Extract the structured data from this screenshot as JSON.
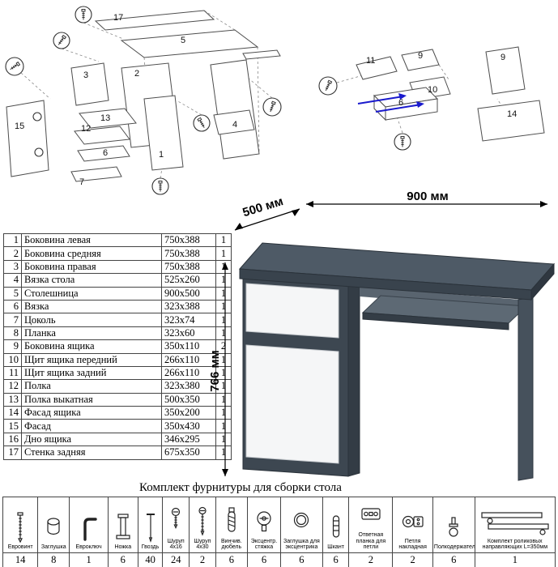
{
  "figure": {
    "dim_width": "900 мм",
    "dim_depth": "500 мм",
    "dim_height": "766 мм"
  },
  "exploded_left": {
    "labels": [
      "17",
      "5",
      "2",
      "3",
      "13",
      "12",
      "6",
      "7",
      "15",
      "1",
      "4"
    ]
  },
  "exploded_right": {
    "labels": [
      "11",
      "9",
      "9",
      "10",
      "6",
      "14"
    ]
  },
  "parts_table": {
    "rows": [
      {
        "n": "1",
        "name": "Боковина левая",
        "size": "750x388",
        "qty": "1"
      },
      {
        "n": "2",
        "name": "Боковина средняя",
        "size": "750x388",
        "qty": "1"
      },
      {
        "n": "3",
        "name": "Боковина правая",
        "size": "750x388",
        "qty": "1"
      },
      {
        "n": "4",
        "name": "Вязка стола",
        "size": "525x260",
        "qty": "1"
      },
      {
        "n": "5",
        "name": "Столешница",
        "size": "900x500",
        "qty": "1"
      },
      {
        "n": "6",
        "name": "Вязка",
        "size": "323x388",
        "qty": "1"
      },
      {
        "n": "7",
        "name": "Цоколь",
        "size": "323x74",
        "qty": "1"
      },
      {
        "n": "8",
        "name": "Планка",
        "size": "323x60",
        "qty": "1"
      },
      {
        "n": "9",
        "name": "Боковина ящика",
        "size": "350x110",
        "qty": "2"
      },
      {
        "n": "10",
        "name": "Щит ящика передний",
        "size": "266x110",
        "qty": "1"
      },
      {
        "n": "11",
        "name": "Щит ящика задний",
        "size": "266x110",
        "qty": "1"
      },
      {
        "n": "12",
        "name": "Полка",
        "size": "323x380",
        "qty": "1"
      },
      {
        "n": "13",
        "name": "Полка выкатная",
        "size": "500x350",
        "qty": "1"
      },
      {
        "n": "14",
        "name": "Фасад ящика",
        "size": "350x200",
        "qty": "1"
      },
      {
        "n": "15",
        "name": "Фасад",
        "size": "350x430",
        "qty": "1"
      },
      {
        "n": "16",
        "name": "Дно ящика",
        "size": "346x295",
        "qty": "1"
      },
      {
        "n": "17",
        "name": "Стенка задняя",
        "size": "675x350",
        "qty": "1"
      }
    ]
  },
  "hardware": {
    "title": "Комплект фурнитуры для сборки стола",
    "items": [
      {
        "name": "Евровинт",
        "qty": "14",
        "icon": "confirmat-screw"
      },
      {
        "name": "Заглушка",
        "qty": "8",
        "icon": "plug-cap"
      },
      {
        "name": "Евроключ",
        "qty": "1",
        "icon": "hex-key"
      },
      {
        "name": "Ножка",
        "qty": "6",
        "icon": "furniture-leg"
      },
      {
        "name": "Гвоздь",
        "qty": "40",
        "icon": "nail"
      },
      {
        "name": "Шуруп 4x16",
        "qty": "24",
        "icon": "screw-small"
      },
      {
        "name": "Шуруп 4x30",
        "qty": "2",
        "icon": "screw-long"
      },
      {
        "name": "Винчив. дюбель",
        "qty": "6",
        "icon": "dowel-screw"
      },
      {
        "name": "Эксцентр. стяжка",
        "qty": "6",
        "icon": "cam-lock"
      },
      {
        "name": "Заглушка для эксцентрика",
        "qty": "6",
        "icon": "cam-cover"
      },
      {
        "name": "Шкант",
        "qty": "6",
        "icon": "wood-dowel"
      },
      {
        "name": "Ответная планка для петли",
        "qty": "2",
        "icon": "hinge-plate"
      },
      {
        "name": "Петля накладная",
        "qty": "2",
        "icon": "hinge"
      },
      {
        "name": "Полкодержатель",
        "qty": "6",
        "icon": "shelf-pin"
      },
      {
        "name": "Комплект роликовых направляющих L=350мм",
        "qty": "1",
        "icon": "drawer-slides"
      }
    ]
  }
}
